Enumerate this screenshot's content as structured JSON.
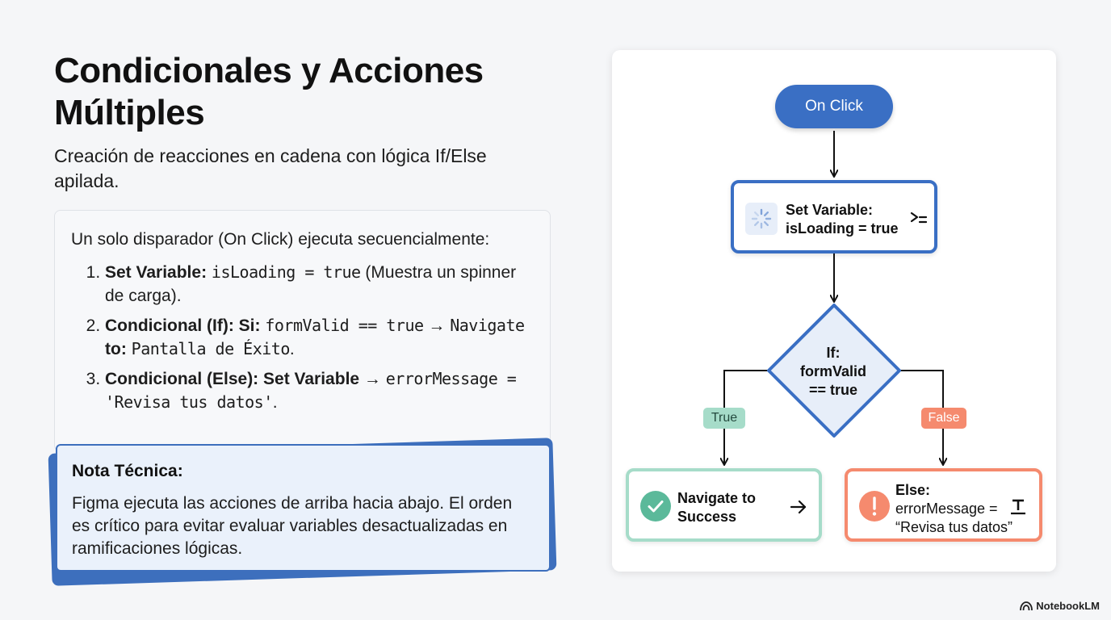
{
  "slide": {
    "title": "Condicionales y Acciones Múltiples",
    "subtitle": "Creación de reacciones en cadena con lógica If/Else apilada."
  },
  "steps": {
    "intro": "Un solo disparador (On Click) ejecuta secuencialmente:",
    "items": [
      {
        "label": "Set Variable:",
        "code": "isLoading = true",
        "text": " (Muestra un spinner de carga)."
      },
      {
        "label": "Condicional (If): Si:",
        "code1": "formValid == true",
        "arrow": " → ",
        "code2": "Navigate",
        "mid": " to:",
        "code3": "Pantalla de Éxito",
        "end": "."
      },
      {
        "label": "Condicional (Else): Set Variable",
        "arrow": " → ",
        "code": "errorMessage = 'Revisa tus datos'",
        "end": "."
      }
    ]
  },
  "note": {
    "title": "Nota Técnica:",
    "text": "Figma ejecuta las acciones de arriba hacia abajo. El orden es crítico para evitar evaluar variables desactualizadas en ramificaciones lógicas."
  },
  "flow": {
    "trigger": "On Click",
    "set_variable": {
      "line1": "Set Variable:",
      "line2": "isLoading = true",
      "icon": "spinner-icon"
    },
    "condition": {
      "line1": "If:",
      "line2": "formValid",
      "line3": "== true"
    },
    "true_label": "True",
    "false_label": "False",
    "success": {
      "line1": "Navigate to",
      "line2": "Success",
      "icon": "check-circle-icon"
    },
    "else": {
      "line1": "Else:",
      "line2": "errorMessage =",
      "line3": "“Revisa tus datos”",
      "icon": "exclamation-circle-icon"
    },
    "colors": {
      "blue": "#3a6fc4",
      "green": "#a6dcc9",
      "success_icon": "#5bb99a",
      "orange": "#f58a6e"
    }
  },
  "brand": "NotebookLM"
}
